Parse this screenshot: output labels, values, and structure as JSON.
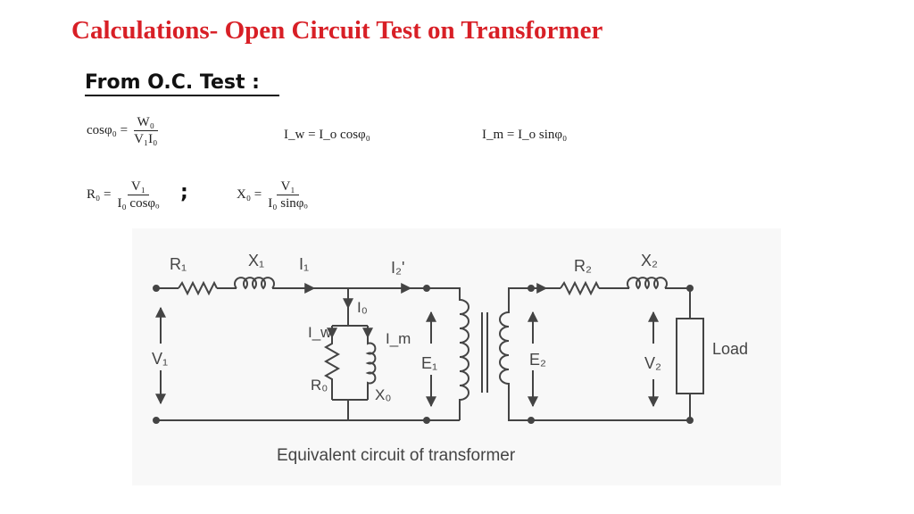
{
  "slide": {
    "title": "Calculations- Open Circuit Test on Transformer",
    "subtitle": "From O.C. Test :",
    "separator": ";"
  },
  "formulas": {
    "cos_phi0": {
      "lhs": "cosφ₀ =",
      "num": "W₀",
      "den": "V₁I₀"
    },
    "iw": {
      "text": "I_w = I_o cosφ₀"
    },
    "im": {
      "text": "I_m = I_o sinφ₀"
    },
    "r0": {
      "lhs": "R₀ =",
      "num": "V₁",
      "den": "I₀ cosφₒ"
    },
    "x0": {
      "lhs": "X₀ =",
      "num": "V₁",
      "den": "I₀ sinφₒ"
    }
  },
  "diagram": {
    "caption": "Equivalent circuit of transformer",
    "labels": {
      "r1": "R₁",
      "x1": "X₁",
      "i1": "I₁",
      "i2p": "I₂'",
      "io": "I₀",
      "iw": "I_w",
      "im": "I_m",
      "r0": "R₀",
      "x0": "X₀",
      "e1": "E₁",
      "e2": "E₂",
      "v1": "V₁",
      "v2": "V₂",
      "r2": "R₂",
      "x2": "X₂",
      "load": "Load"
    }
  }
}
